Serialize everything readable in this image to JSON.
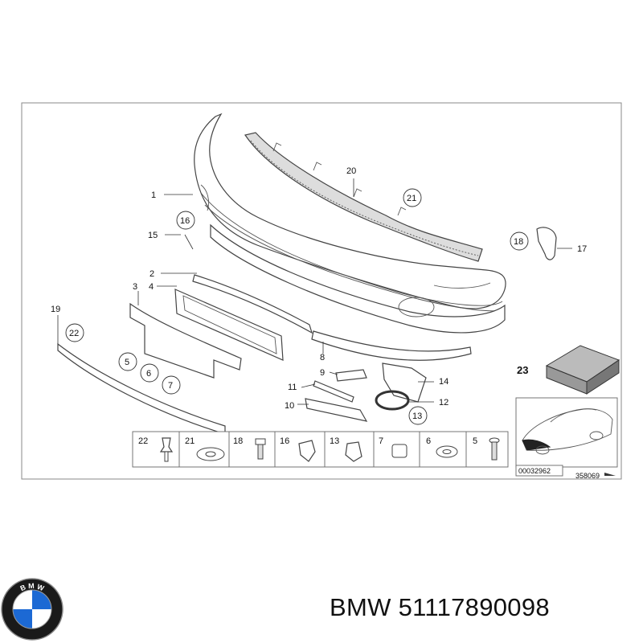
{
  "diagram": {
    "callouts": {
      "c1": "1",
      "c2": "2",
      "c3": "3",
      "c4": "4",
      "c5": "5",
      "c6": "6",
      "c7": "7",
      "c8": "8",
      "c9": "9",
      "c10": "10",
      "c11": "11",
      "c12": "12",
      "c13": "13",
      "c14": "14",
      "c15": "15",
      "c16": "16",
      "c17": "17",
      "c18": "18",
      "c19": "19",
      "c20": "20",
      "c21": "21",
      "c22": "22",
      "c23": "23"
    },
    "legend": [
      "22",
      "21",
      "18",
      "16",
      "13",
      "7",
      "6",
      "5"
    ],
    "inset_code": "00032962",
    "drawing_code": "358069"
  },
  "footer": {
    "brand_ring": "B M W",
    "caption": "BMW 51117890098"
  }
}
